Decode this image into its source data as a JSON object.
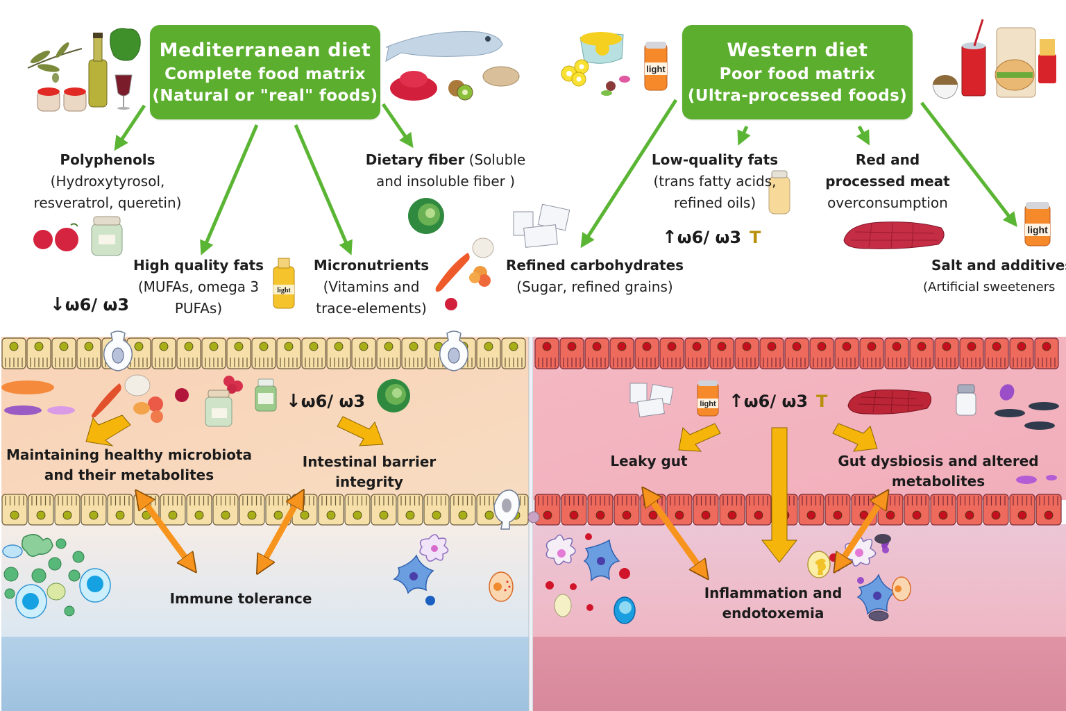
{
  "mediterranean": {
    "box": {
      "title": "Mediterranean diet",
      "line2": "Complete food matrix",
      "line3": "(Natural or \"real\" foods)"
    },
    "nutrients": {
      "polyphenols": {
        "title": "Polyphenols",
        "line2": "(Hydroxytyrosol,",
        "line3": "resveratrol, queretin)"
      },
      "fats": {
        "title": "High quality fats",
        "line2": "(MUFAs, omega 3",
        "line3": "PUFAs)"
      },
      "micronutrients": {
        "title": "Micronutrients",
        "line2": "(Vitamins and",
        "line3": "trace-elements)"
      },
      "fiber": {
        "title": "Dietary fiber",
        "title_suffix": " (Soluble",
        "line2": "and insoluble fiber )"
      }
    },
    "ratio": {
      "arrow": "↓",
      "text": "ω6/ ω3"
    },
    "oil_label": "light",
    "gut": {
      "ratio": {
        "arrow": "↓",
        "text": "ω6/ ω3"
      },
      "microbiota": {
        "line1": "Maintaining healthy microbiota",
        "line2": "and their metabolites"
      },
      "barrier": "Intestinal barrier integrity",
      "immune": "Immune tolerance"
    }
  },
  "western": {
    "box": {
      "title": "Western diet",
      "line2": "Poor food matrix",
      "line3": "(Ultra-processed foods)"
    },
    "nutrients": {
      "low_fats": {
        "title": "Low-quality fats",
        "line2": "(trans fatty acids,",
        "line3": "refined oils)"
      },
      "meat": {
        "title": "Red and",
        "title2": "processed meat",
        "line3": "overconsumption"
      },
      "carbs": {
        "title": "Refined carbohydrates",
        "line2": "(Sugar, refined grains)"
      },
      "salt": {
        "title": "Salt and additives",
        "line2": "(Artificial sweeteners"
      }
    },
    "ratio": {
      "arrow": "↑",
      "text": "ω6/ ω3",
      "mark": "T"
    },
    "can_label": "light",
    "gut": {
      "ratio": {
        "arrow": "↑",
        "text": "ω6/ ω3",
        "mark": "T"
      },
      "can_label": "light",
      "leaky": "Leaky gut",
      "dysbiosis": {
        "line1": "Gut dysbiosis and altered",
        "line2": "metabolites"
      },
      "inflammation": {
        "line1": "Inflammation and",
        "line2": "endotoxemia"
      }
    }
  },
  "colors": {
    "box_green": "#5cae2e",
    "arrow_green": "#5bb534",
    "arrow_yellow": "#f5b50a",
    "arrow_orange": "#f7941d",
    "med_lumen": "#f8d8bd",
    "med_cells": "#f6dfa8",
    "med_nucleus": "#a8ae18",
    "med_lamina": "#e5ecf2",
    "med_deep": "#a9c9e4",
    "west_lumen": "#f3b6c0",
    "west_cells": "#ee6a5c",
    "west_nucleus": "#c4101e",
    "west_lamina": "#efc3d0",
    "west_deep": "#d98a9d",
    "t_marker": "#b8900c"
  }
}
